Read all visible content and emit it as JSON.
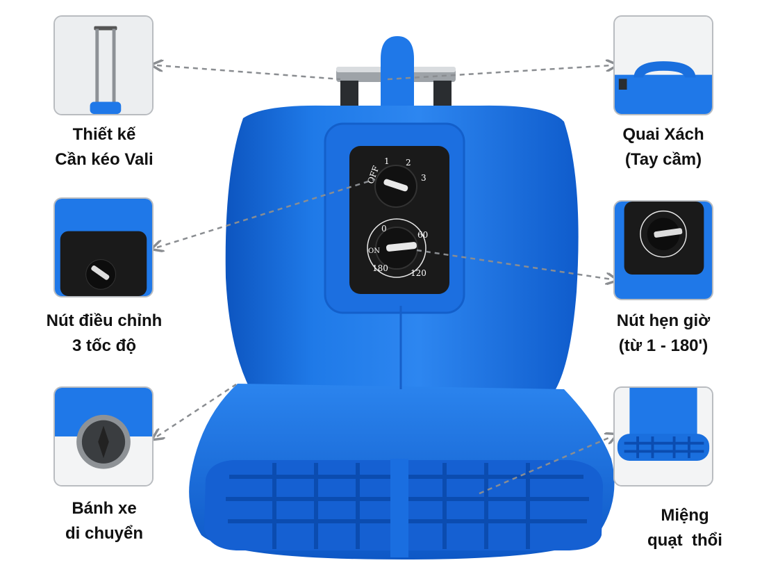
{
  "colors": {
    "product_blue": "#1f78e8",
    "product_blue_dark": "#0f5cc8",
    "panel_black": "#1a1a1a",
    "leader_gray": "#8a8d91"
  },
  "callouts": {
    "handle_trolley": {
      "line1": "Thiết kế",
      "line2": "Cần kéo Vali"
    },
    "carry_handle": {
      "line1": "Quai Xách",
      "line2": "(Tay cầm)"
    },
    "speed_knob": {
      "line1": "Nút điều chỉnh",
      "line2": "3 tốc độ"
    },
    "timer_knob": {
      "line1": "Nút hẹn giờ",
      "line2": "(từ 1 - 180')"
    },
    "wheel": {
      "line1": "Bánh xe",
      "line2": "di chuyển"
    },
    "outlet": {
      "line1": "Miệng",
      "line2": "quạt  thổi"
    }
  },
  "speed_dial": {
    "off": "OFF",
    "s1": "1",
    "s2": "2",
    "s3": "3"
  },
  "timer_dial": {
    "t0": "0",
    "t60": "60",
    "on": "ON",
    "t120": "120",
    "t180": "180"
  }
}
